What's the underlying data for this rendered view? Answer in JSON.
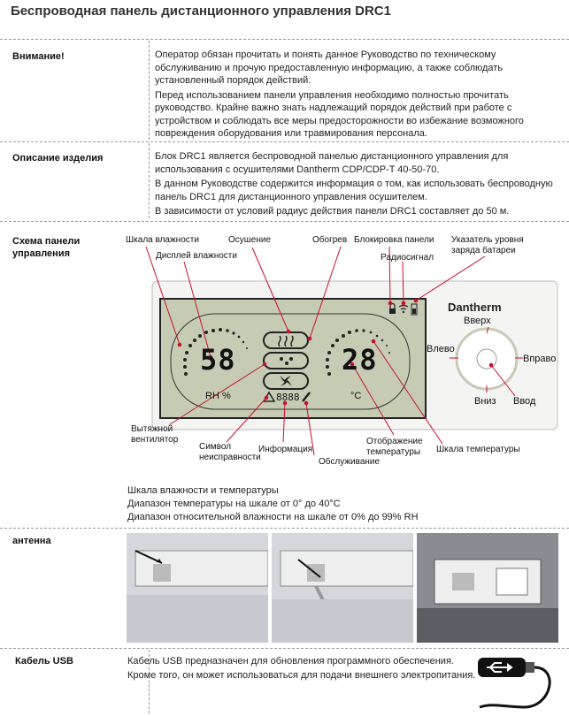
{
  "title": "Беспроводная панель дистанционного управления DRC1",
  "warning": {
    "label": "Внимание!",
    "paragraphs": [
      "Оператор обязан прочитать и понять данное Руководство по техническому обслуживанию и прочую предоставленную информацию, а также соблюдать установленный порядок действий.",
      "Перед использованием панели управления необходимо полностью прочитать руководство. Крайне важно знать надлежащий порядок действий при работе с устройством и соблюдать все меры предосторожности во избежание возможного повреждения оборудования или травмирования персонала."
    ]
  },
  "description": {
    "label": "Описание изделия",
    "paragraphs": [
      "Блок DRC1 является беспроводной панелью дистанционного управления для использования с осушителями Dantherm CDP/CDP-T 40-50-70.",
      "В данном Руководстве содержится информация о том, как использовать беспроводную панель DRC1 для дистанционного управления осушителем.",
      "В зависимости от условий радиус действия панели DRC1 составляет до 50 м."
    ]
  },
  "schema": {
    "label": "Схема панели управления",
    "brand": "Dantherm",
    "humidity_value": "58",
    "humidity_unit": "RH %",
    "temp_value": "28",
    "temp_unit": "°C",
    "info_value": "8888",
    "labels": {
      "humidity_scale": "Шкала влажности",
      "humidity_display": "Дисплей влажности",
      "dehumid": "Осушение",
      "heating": "Обогрев",
      "panel_lock": "Блокировка панели",
      "radio": "Радиосигнал",
      "battery": "Указатель уровня заряда батареи",
      "left": "Влево",
      "up": "Вверх",
      "right": "Вправо",
      "down": "Вниз",
      "enter": "Ввод",
      "exhaust_fan": "Вытяжной вентилятор",
      "fault_symbol": "Символ неисправности",
      "info": "Информация",
      "service": "Обслуживание",
      "temp_display": "Отображение температуры",
      "temp_scale": "Шкала температуры"
    },
    "notes": [
      "Шкала влажности и температуры",
      "Диапазон температуры на шкале от 0° до 40°C",
      "Диапазон относительной влажности на шкале от 0% до 99% RH"
    ]
  },
  "antenna": {
    "label": "антенна"
  },
  "usb": {
    "label": "Кабель USB",
    "lines": [
      "Кабель USB предназначен для обновления программного обеспечения.",
      "Кроме того, он может использоваться для подачи внешнего электропитания."
    ]
  }
}
